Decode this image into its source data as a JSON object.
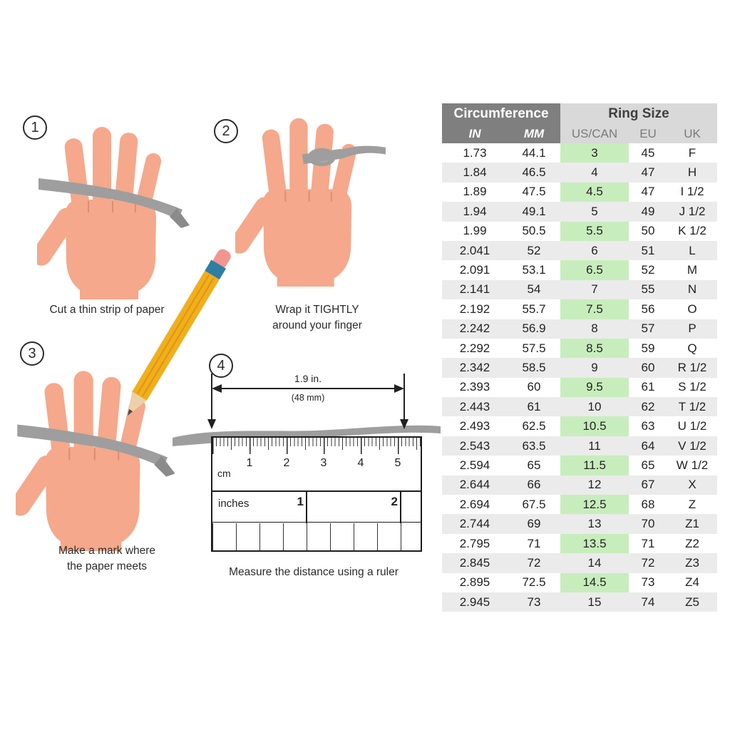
{
  "steps": [
    {
      "number": "1",
      "caption_lines": [
        "Cut a thin strip of paper"
      ]
    },
    {
      "number": "2",
      "caption_lines": [
        "Wrap it TIGHTLY",
        "around your finger"
      ]
    },
    {
      "number": "3",
      "caption_lines": [
        "Make a mark where",
        "the paper meets"
      ]
    },
    {
      "number": "4",
      "caption_lines": [
        "Measure the distance using a ruler"
      ]
    }
  ],
  "measurement": {
    "inches": "1.9 in.",
    "mm": "(48 mm)"
  },
  "ruler": {
    "cm_label": "cm",
    "cm_numbers": [
      "1",
      "2",
      "3",
      "4",
      "5"
    ],
    "inches_label": "inches",
    "inch_numbers": [
      "1",
      "2"
    ]
  },
  "table": {
    "group_headers": [
      {
        "label": "Circumference"
      },
      {
        "label": "Ring Size"
      }
    ],
    "columns": [
      "IN",
      "MM",
      "US/CAN",
      "EU",
      "UK"
    ],
    "rows": [
      [
        "1.73",
        "44.1",
        "3",
        "45",
        "F"
      ],
      [
        "1.84",
        "46.5",
        "4",
        "47",
        "H"
      ],
      [
        "1.89",
        "47.5",
        "4.5",
        "47",
        "I 1/2"
      ],
      [
        "1.94",
        "49.1",
        "5",
        "49",
        "J 1/2"
      ],
      [
        "1.99",
        "50.5",
        "5.5",
        "50",
        "K 1/2"
      ],
      [
        "2.041",
        "52",
        "6",
        "51",
        "L"
      ],
      [
        "2.091",
        "53.1",
        "6.5",
        "52",
        "M"
      ],
      [
        "2.141",
        "54",
        "7",
        "55",
        "N"
      ],
      [
        "2.192",
        "55.7",
        "7.5",
        "56",
        "O"
      ],
      [
        "2.242",
        "56.9",
        "8",
        "57",
        "P"
      ],
      [
        "2.292",
        "57.5",
        "8.5",
        "59",
        "Q"
      ],
      [
        "2.342",
        "58.5",
        "9",
        "60",
        "R 1/2"
      ],
      [
        "2.393",
        "60",
        "9.5",
        "61",
        "S 1/2"
      ],
      [
        "2.443",
        "61",
        "10",
        "62",
        "T 1/2"
      ],
      [
        "2.493",
        "62.5",
        "10.5",
        "63",
        "U 1/2"
      ],
      [
        "2.543",
        "63.5",
        "11",
        "64",
        "V 1/2"
      ],
      [
        "2.594",
        "65",
        "11.5",
        "65",
        "W 1/2"
      ],
      [
        "2.644",
        "66",
        "12",
        "67",
        "X"
      ],
      [
        "2.694",
        "67.5",
        "12.5",
        "68",
        "Z"
      ],
      [
        "2.744",
        "69",
        "13",
        "70",
        "Z1"
      ],
      [
        "2.795",
        "71",
        "13.5",
        "71",
        "Z2"
      ],
      [
        "2.845",
        "72",
        "14",
        "72",
        "Z3"
      ],
      [
        "2.895",
        "72.5",
        "14.5",
        "73",
        "Z4"
      ],
      [
        "2.945",
        "73",
        "15",
        "74",
        "Z5"
      ]
    ]
  },
  "colors": {
    "header_dark": "#7f7f7f",
    "header_light": "#d9d9d9",
    "us_can_green": "#c8edbd",
    "row_alt": "#ebebeb",
    "skin": "#f5a88b",
    "paper_gray": "#9e9e9e",
    "pencil_yellow": "#f2ae1c"
  }
}
